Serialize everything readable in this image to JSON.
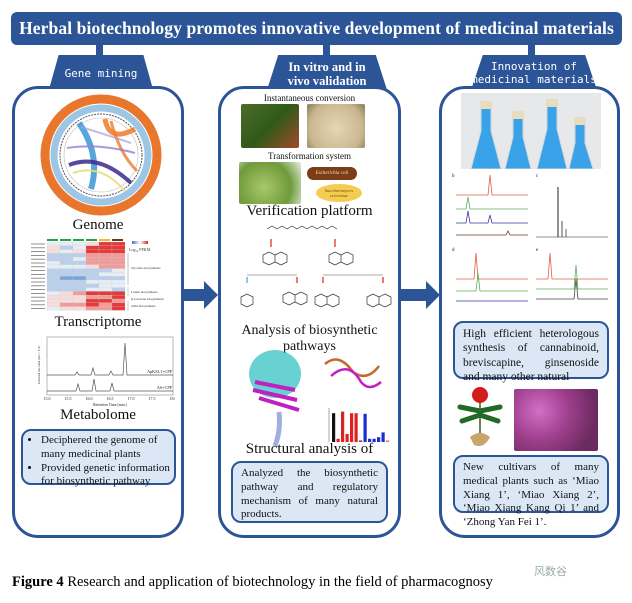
{
  "title": "Herbal biotechnology promotes innovative development of medicinal materials",
  "columns": [
    {
      "tab": "Gene mining",
      "sections": [
        {
          "label": "Genome",
          "figure": "circos-plot"
        },
        {
          "label": "Transcriptome",
          "figure": "heatmap"
        },
        {
          "label": "Metabolome",
          "figure": "chromatogram"
        }
      ],
      "bullets": [
        "Deciphered the genome of many medicinal plants",
        "Provided genetic information for biosynthetic pathway"
      ]
    },
    {
      "tab_line1": "In vitro and in",
      "tab_line2": "vivo validation",
      "sublabels": {
        "instant": "Instantaneous conversion",
        "transform": "Transformation system",
        "ecoli": "Escherichia coli",
        "yeast_line1": "Saccharomyces",
        "yeast_line2": "cerevisiae"
      },
      "sections": [
        {
          "label": "Verification platform"
        },
        {
          "label": "Analysis of biosynthetic pathways"
        },
        {
          "label": "Structural analysis of enzymes"
        }
      ],
      "note": "Analyzed the biosynthetic pathway and regulatory mechanism of many natural products."
    },
    {
      "tab_line1": "Innovation of",
      "tab_line2": "medicinal materials",
      "note1": "High efficient heterologous synthesis of cannabinoid, breviscapine, ginsenoside and many other natural",
      "note2": "New cultivars of many medical plants such as ‘Miao Xiang  1’, ‘Miao Xiang 2’, ‘Miao Xiang Kang Qi 1’ and ‘Zhong Yan Fei 1’."
    }
  ],
  "metabolome_chart": {
    "xlabel": "Retention Time (min.)",
    "ylabel": "Extracted ion count (m/z = 272)",
    "xticks": [
      "15.0",
      "15.5",
      "16.0",
      "16.5",
      "17.0",
      "17.5",
      "18.0"
    ],
    "traces": [
      "ApKSL1+CPP",
      "AS+CPP"
    ]
  },
  "heatmap": {
    "legend": "Log₁₀ FPKM",
    "groups": [
      "Tyrosine biosynthesis",
      "Lutein biosynthesis",
      "β-Carotene biosynthesis",
      "ABA biosynthesis"
    ]
  },
  "panel_letters": [
    "b",
    "c",
    "d",
    "e"
  ],
  "caption": {
    "bold": "Figure 4",
    "text": " Research and application of biotechnology in the field of pharmacognosy"
  },
  "watermark": "风数谷",
  "colors": {
    "brand": "#2c5597",
    "note_bg": "#dbe7f5"
  }
}
